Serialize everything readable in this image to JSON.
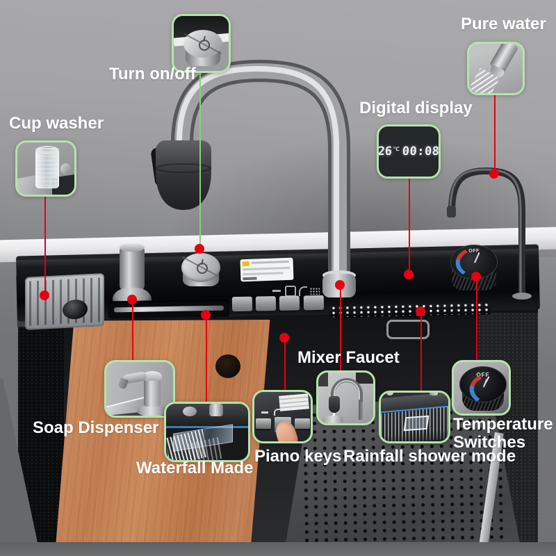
{
  "labels": {
    "cup_washer": "Cup washer",
    "turn_on_off": "Turn on/off",
    "pure_water": "Pure water",
    "digital_display": "Digital display",
    "mixer_faucet": "Mixer Faucet",
    "soap_dispenser": "Soap Dispenser",
    "waterfall_made": "Waterfall Made",
    "piano_keys": "Piano keys",
    "rainfall_shower_mode": "Rainfall shower mode",
    "temperature_line1": "Temperature",
    "temperature_line2": "Switches"
  },
  "display": {
    "temperature_value": "26",
    "temperature_unit": "℃",
    "time_value": "00:08"
  },
  "knob": {
    "off_label": "OFF"
  },
  "colors": {
    "callout_border_green": "#b5e3ab",
    "connector_red": "#e60012",
    "connector_green": "#86d07e",
    "label_text": "#ffffff",
    "display_blue_dot": "#2f7ced",
    "accent_blue": "#3f8fd8",
    "wall_gray": "#98989b",
    "deck_black": "#0e0f11",
    "board_wood": "#c07c50"
  }
}
